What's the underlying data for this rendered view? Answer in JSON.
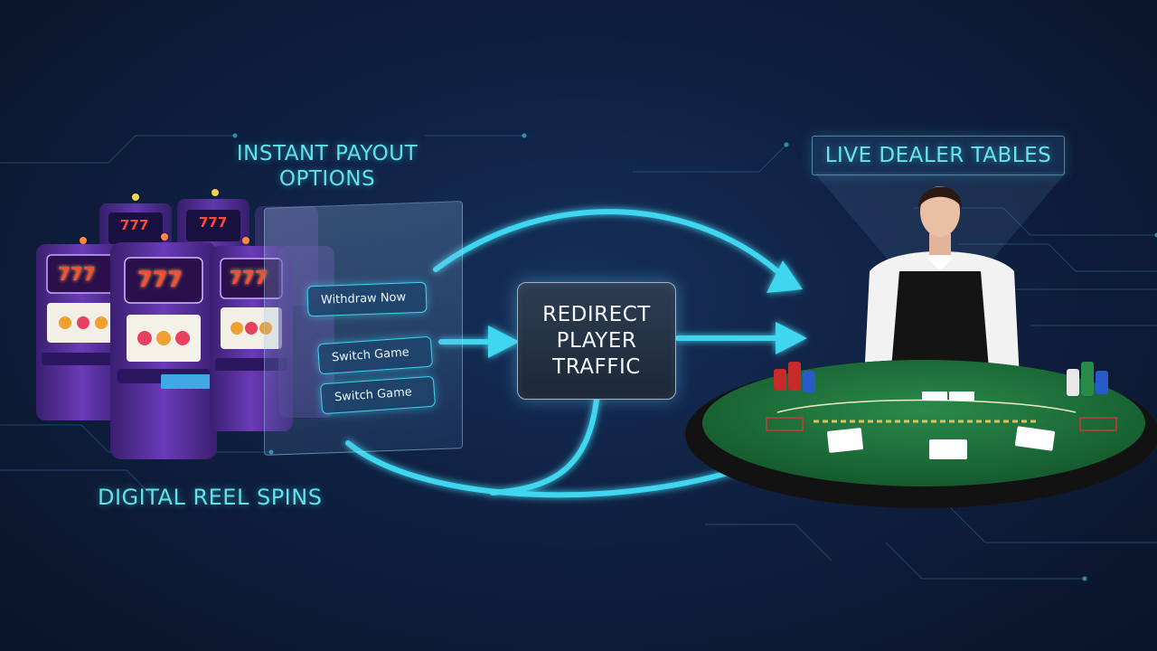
{
  "headings": {
    "payout": "INSTANT PAYOUT\nOPTIONS",
    "reels": "DIGITAL REEL SPINS",
    "live": "LIVE DEALER TABLES"
  },
  "buttons": {
    "withdraw": "Withdraw Now",
    "switch_1": "Switch Game",
    "switch_2": "Switch Game"
  },
  "center": {
    "label": "REDIRECT\nPLAYER\nTRAFFIC"
  },
  "slot_display": "777",
  "colors": {
    "accent_cyan": "#3fd6f0",
    "heading_cyan": "#5fe3e6",
    "background": "#0f2041",
    "table_felt": "#1f6b3a",
    "slot_purple": "#5a2f9e"
  }
}
